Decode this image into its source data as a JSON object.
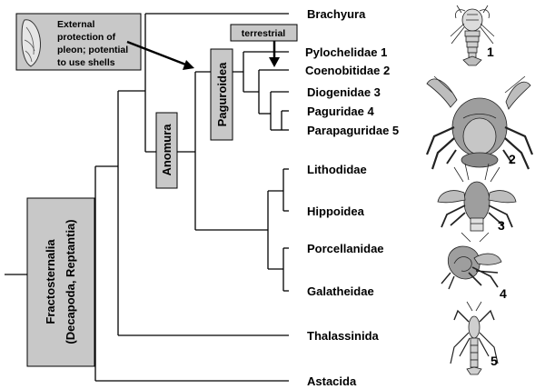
{
  "tree": {
    "root_label": "Fractosternalia",
    "root_sublabel": "(Decapoda, Reptantia)",
    "clade_anomura": "Anomura",
    "clade_paguroidea": "Paguroidea",
    "taxa": [
      "Brachyura",
      "Pylochelidae 1",
      "Coenobitidae 2",
      "Diogenidae 3",
      "Paguridae 4",
      "Parapaguridae 5",
      "Lithodidae",
      "Hippoidea",
      "Porcellanidae",
      "Galatheidae",
      "Thalassinida",
      "Astacida"
    ]
  },
  "annotations": {
    "shell_note": [
      "External",
      "protection of",
      "pleon; potential",
      "to use shells"
    ],
    "terrestrial": "terrestrial"
  },
  "illustrations": {
    "numbers": [
      "1",
      "2",
      "3",
      "4",
      "5"
    ],
    "icons": [
      "lobster-illustration",
      "coconut-crab-illustration",
      "hermit-crab-illustration",
      "hermit-crab-in-shell-illustration",
      "squat-lobster-illustration",
      "shell-icon"
    ]
  }
}
